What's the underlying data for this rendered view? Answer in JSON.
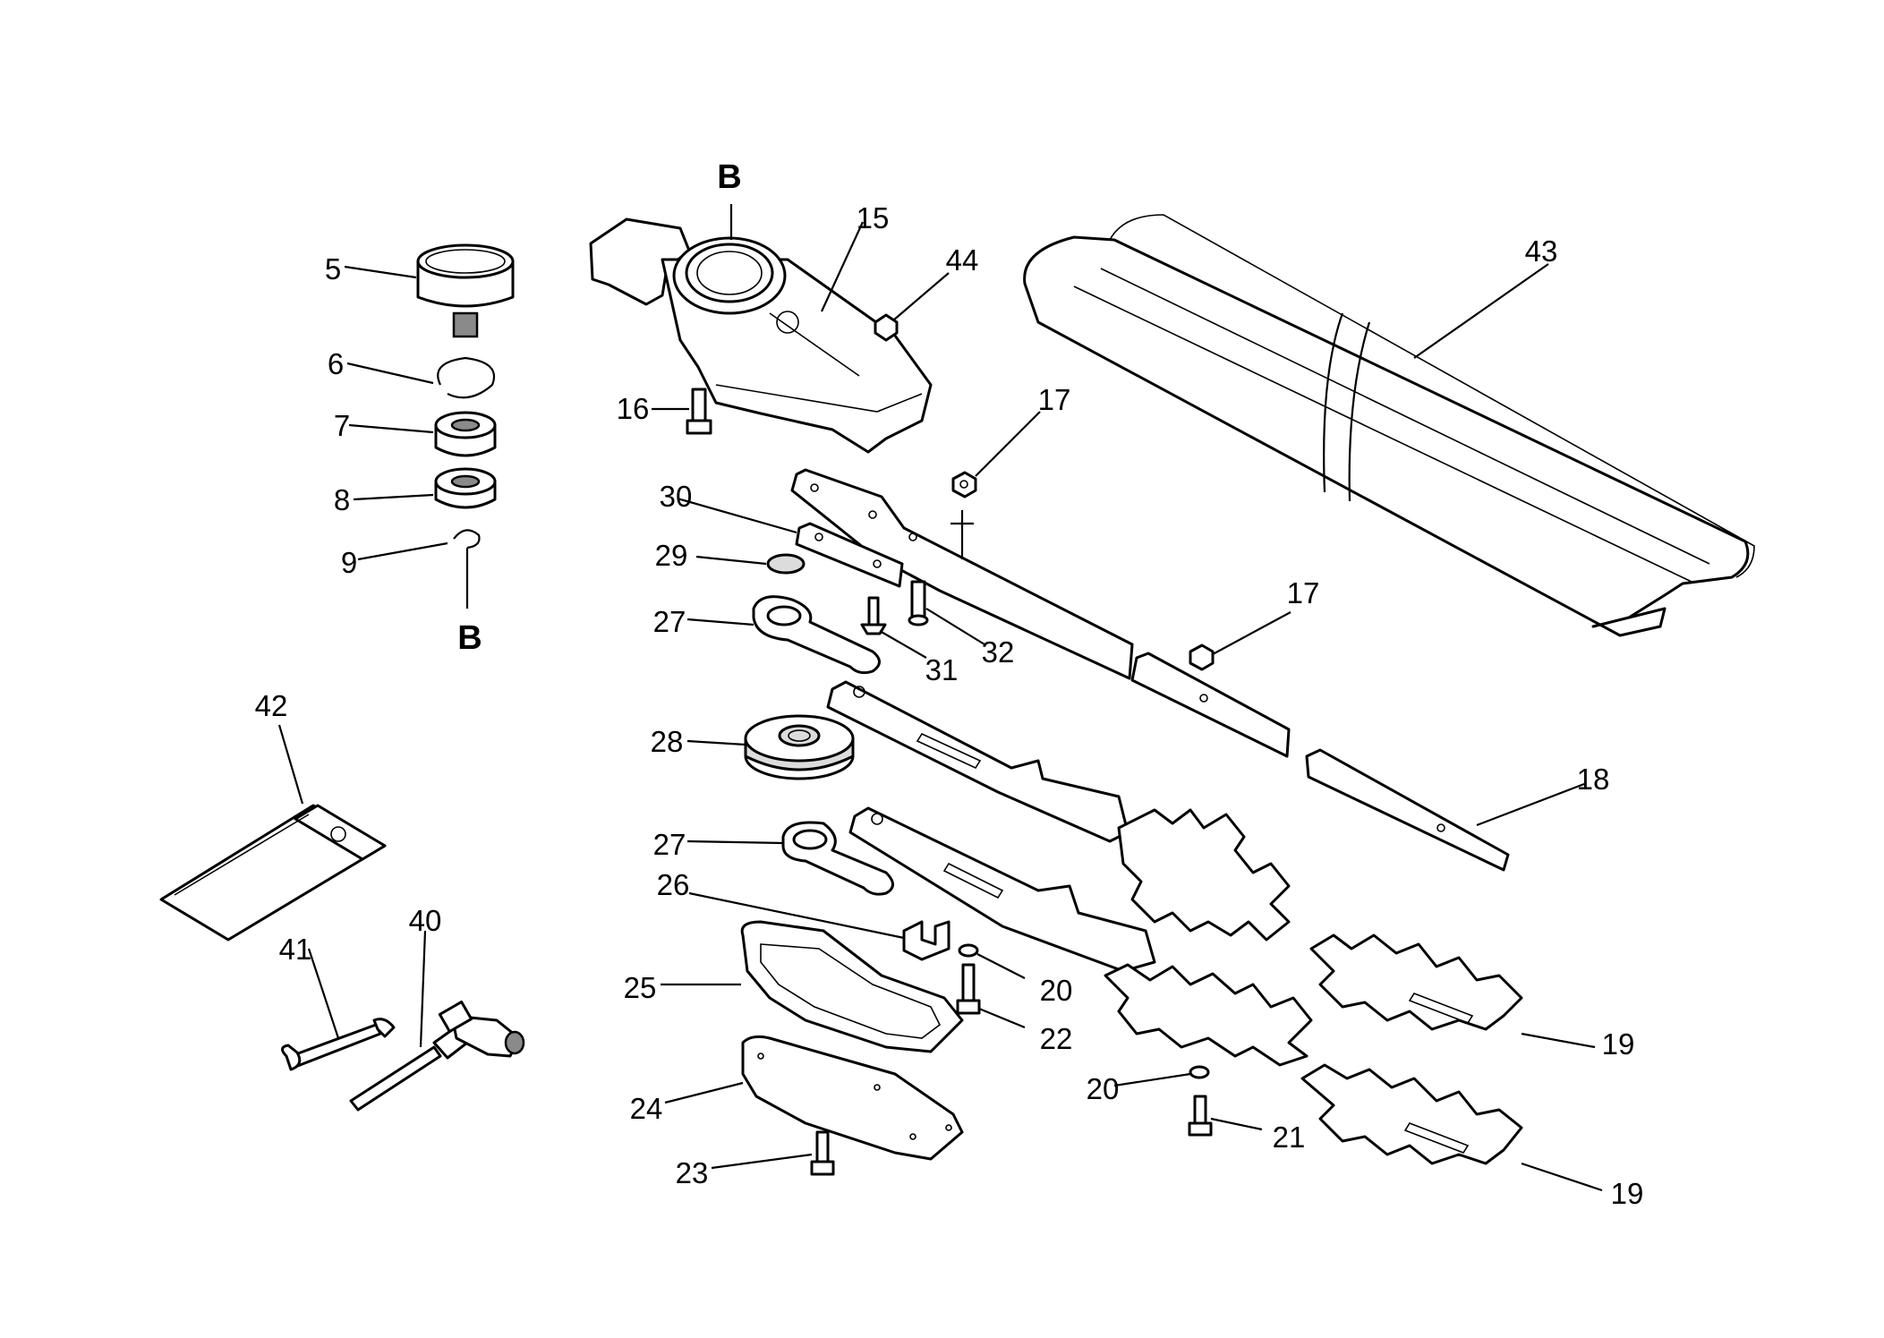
{
  "diagram": {
    "callouts": {
      "B_top": "B",
      "B_bottom": "B",
      "c5": "5",
      "c6": "6",
      "c7": "7",
      "c8": "8",
      "c9": "9",
      "c15": "15",
      "c16": "16",
      "c17a": "17",
      "c17b": "17",
      "c18": "18",
      "c19a": "19",
      "c19b": "19",
      "c20a": "20",
      "c20b": "20",
      "c21": "21",
      "c22": "22",
      "c23": "23",
      "c24": "24",
      "c25": "25",
      "c26": "26",
      "c27a": "27",
      "c27b": "27",
      "c28": "28",
      "c29": "29",
      "c30": "30",
      "c31": "31",
      "c32": "32",
      "c40": "40",
      "c41": "41",
      "c42": "42",
      "c43": "43",
      "c44": "44"
    }
  }
}
